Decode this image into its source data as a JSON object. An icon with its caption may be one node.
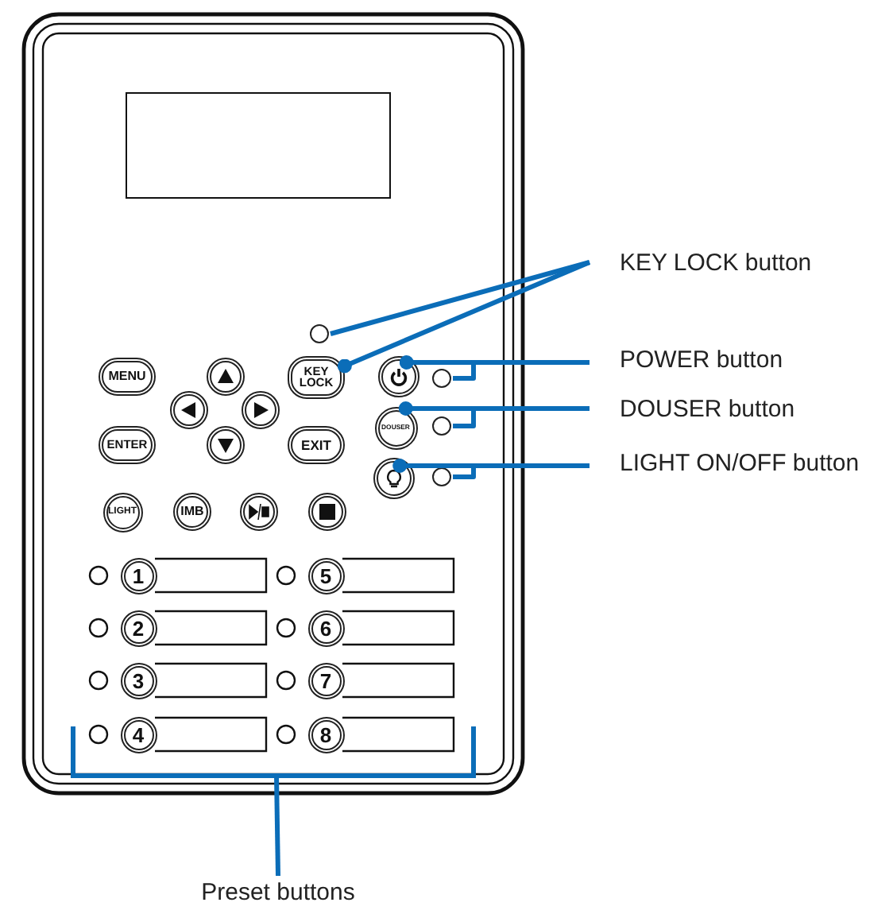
{
  "diagram": {
    "nodes": [
      {
        "text": [],
        "shape": "box"
      },
      {
        "text": [],
        "shape": "circle",
        "in": 0
      },
      {
        "text": [
          "MENU"
        ],
        "in": 0
      },
      {
        "text": [],
        "shape": "circle",
        "in": 0
      },
      {
        "text": [
          "KEY LOCK"
        ],
        "in": 0
      },
      {
        "text": [],
        "shape": "circle",
        "in": 0
      },
      {
        "text": [],
        "shape": "circle",
        "in": 0
      },
      {
        "text": [],
        "shape": "circle",
        "in": 0
      },
      {
        "text": [],
        "shape": "circle",
        "in": 0
      },
      {
        "text": [
          "ENTER"
        ],
        "in": 0
      },
      {
        "text": [],
        "shape": "circle",
        "in": 0
      },
      {
        "text": [
          "EXIT"
        ],
        "in": 0
      },
      {
        "text": [
          "DOUSER"
        ],
        "in": 0
      },
      {
        "text": [],
        "shape": "circle",
        "in": 0
      },
      {
        "text": [],
        "shape": "circle",
        "in": 0
      },
      {
        "text": [],
        "shape": "circle",
        "in": 0
      },
      {
        "text": [
          "LIGHT"
        ],
        "in": 0
      },
      {
        "text": [
          "IMB"
        ],
        "in": 0
      },
      {
        "text": [],
        "shape": "circle",
        "in": 0
      },
      {
        "text": [],
        "shape": "circle",
        "in": 0
      },
      {
        "text": [
          "1"
        ],
        "in": 0
      },
      {
        "text": [
          "5"
        ],
        "in": 0
      },
      {
        "text": [
          "2"
        ],
        "in": 0
      },
      {
        "text": [
          "6"
        ],
        "in": 0
      },
      {
        "text": [
          "3"
        ],
        "in": 0
      },
      {
        "text": [
          "7"
        ],
        "in": 0
      },
      {
        "text": [
          "4"
        ],
        "in": 0
      },
      {
        "text": [
          "8"
        ],
        "in": 0
      },
      {
        "text": [
          "KEY LOCK button"
        ]
      },
      {
        "text": [
          "POWER button"
        ]
      },
      {
        "text": [
          "DOUSER button"
        ]
      },
      {
        "text": [
          "LIGHT ON/OFF button"
        ]
      },
      {
        "text": [
          "Preset buttons"
        ]
      },
      {
        "text": [],
        "shape": "box",
        "in": 0
      }
    ],
    "edges": [
      {
        "from": 28,
        "to": 1,
        "arrow": "none"
      },
      {
        "from": 28,
        "to": 4,
        "arrow": "other"
      },
      {
        "from": 29,
        "to": 5,
        "arrow": "other"
      },
      {
        "from": 29,
        "to": 6,
        "arrow": "none"
      },
      {
        "from": 30,
        "to": 12,
        "arrow": "other"
      },
      {
        "from": 30,
        "to": 13,
        "arrow": "none"
      },
      {
        "from": 31,
        "to": 14,
        "arrow": "other"
      },
      {
        "from": 31,
        "to": 15,
        "arrow": "none"
      },
      {
        "from": 32,
        "to": 0,
        "arrow": "none"
      }
    ]
  }
}
